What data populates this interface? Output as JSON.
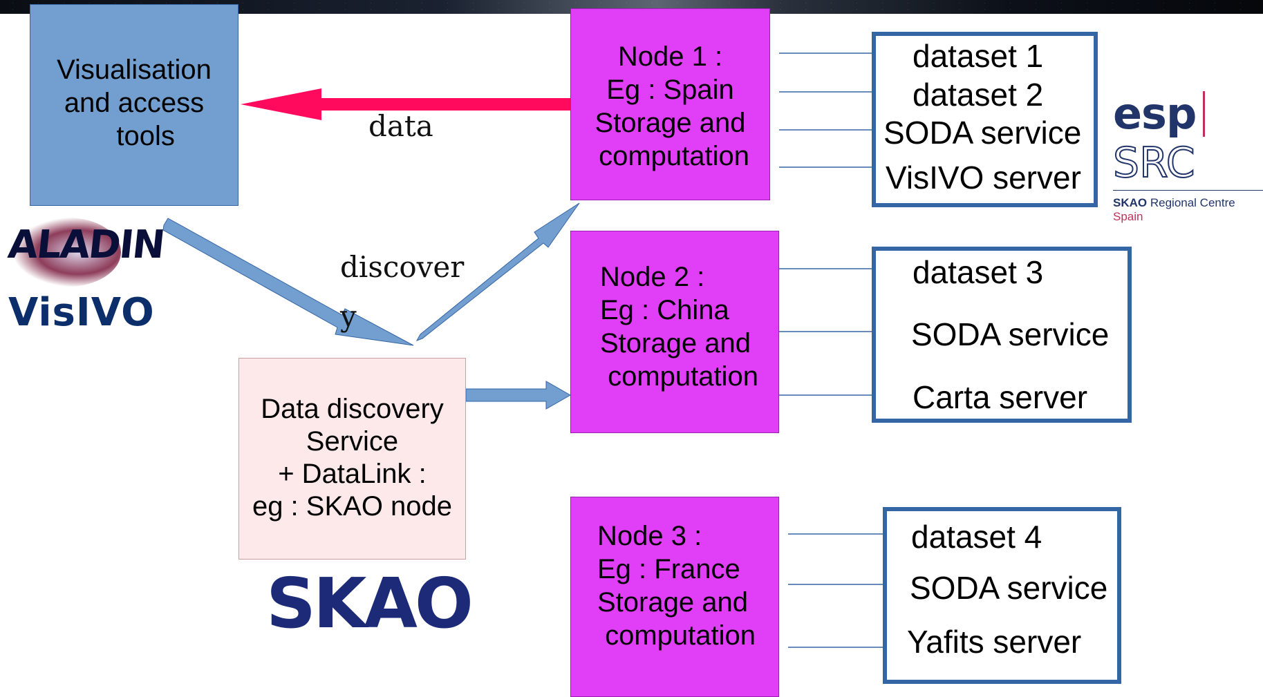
{
  "visualisation": {
    "label": "Visualisation\nand access\n   tools"
  },
  "arrows": {
    "data": "data",
    "discover_1": "discover",
    "discover_2": "y"
  },
  "discovery_service": {
    "label": "Data discovery\nService\n+ DataLink :\neg : SKAO node"
  },
  "nodes": [
    {
      "label": "Node 1 :\nEg : Spain\nStorage and\n computation"
    },
    {
      "label": "Node 2 :\nEg : China\nStorage and\n computation"
    },
    {
      "label": "Node 3 :\nEg : France\nStorage and\n computation"
    }
  ],
  "datasets": [
    {
      "items": [
        "dataset 1",
        "dataset 2",
        "SODA service",
        "VisIVO server"
      ]
    },
    {
      "items": [
        "dataset 3",
        "SODA service",
        "Carta server"
      ]
    },
    {
      "items": [
        "dataset 4",
        "SODA service",
        "Yafits server"
      ]
    }
  ],
  "logos": {
    "aladin": "ALADIN",
    "visivo": "VisIVO",
    "skao": "SKAO",
    "espsrc": {
      "main": "esp",
      "src": "SRC",
      "sub_skao": "SKAO",
      "sub_rc": "Regional Centre",
      "sub_spain": "Spain"
    }
  },
  "colors": {
    "node": "#e13ef7",
    "tools": "#729fcf",
    "discovery": "#fde9e9",
    "dataset_border": "#3465a4",
    "data_arrow": "#ff0a5c",
    "flow_arrow": "#729fcf"
  }
}
